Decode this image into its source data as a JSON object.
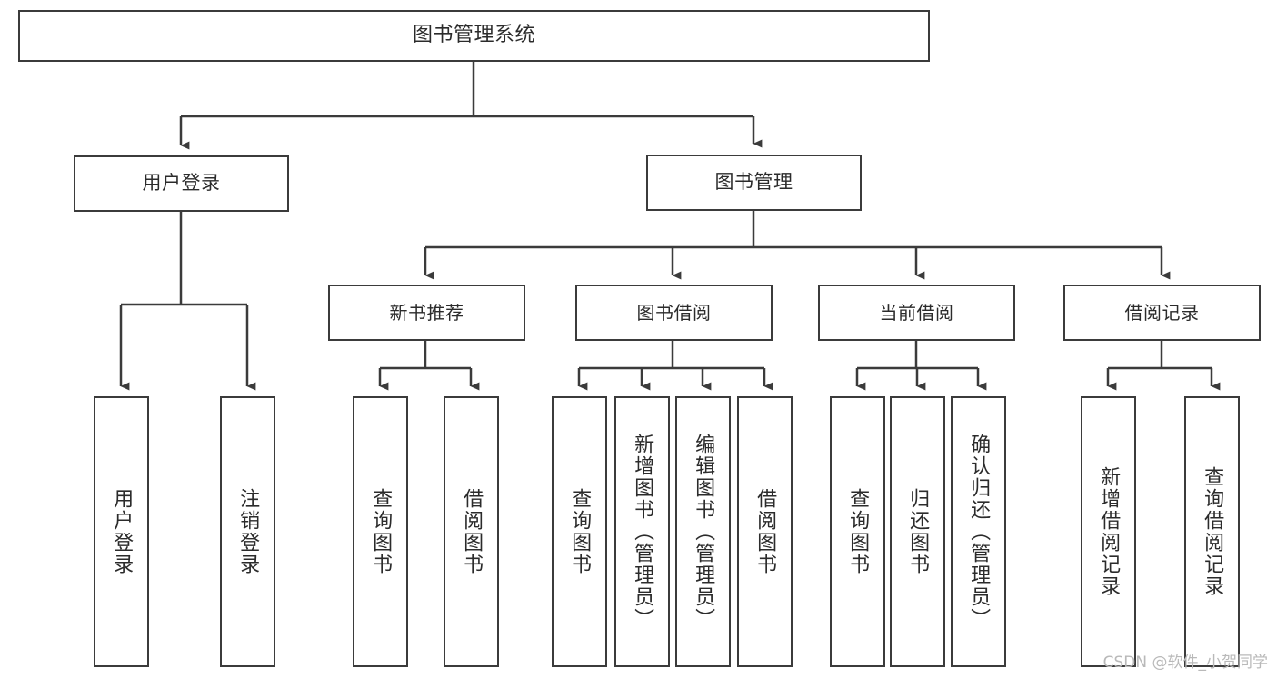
{
  "diagram": {
    "type": "tree-hierarchy",
    "title": "图书管理系统",
    "root": {
      "id": "root",
      "label": "图书管理系统",
      "orientation": "horizontal"
    },
    "level2": [
      {
        "id": "user-login",
        "label": "用户登录",
        "orientation": "horizontal"
      },
      {
        "id": "book-manage",
        "label": "图书管理",
        "orientation": "horizontal"
      }
    ],
    "level3": [
      {
        "id": "new-book-rec",
        "label": "新书推荐",
        "orientation": "horizontal",
        "parent": "book-manage"
      },
      {
        "id": "book-borrow",
        "label": "图书借阅",
        "orientation": "horizontal",
        "parent": "book-manage"
      },
      {
        "id": "current-borrow",
        "label": "当前借阅",
        "orientation": "horizontal",
        "parent": "book-manage"
      },
      {
        "id": "borrow-record",
        "label": "借阅记录",
        "orientation": "horizontal",
        "parent": "book-manage"
      }
    ],
    "leaves": [
      {
        "id": "leaf-user-login",
        "label": "用户登录",
        "parent": "user-login",
        "orientation": "vertical"
      },
      {
        "id": "leaf-logout",
        "label": "注销登录",
        "parent": "user-login",
        "orientation": "vertical"
      },
      {
        "id": "leaf-query-book-1",
        "label": "查询图书",
        "parent": "new-book-rec",
        "orientation": "vertical"
      },
      {
        "id": "leaf-borrow-book-1",
        "label": "借阅图书",
        "parent": "new-book-rec",
        "orientation": "vertical"
      },
      {
        "id": "leaf-query-book-2",
        "label": "查询图书",
        "parent": "book-borrow",
        "orientation": "vertical"
      },
      {
        "id": "leaf-add-book",
        "label": "新增图书（管理员）",
        "parent": "book-borrow",
        "orientation": "vertical"
      },
      {
        "id": "leaf-edit-book",
        "label": "编辑图书（管理员）",
        "parent": "book-borrow",
        "orientation": "vertical"
      },
      {
        "id": "leaf-borrow-book-2",
        "label": "借阅图书",
        "parent": "book-borrow",
        "orientation": "vertical"
      },
      {
        "id": "leaf-query-book-3",
        "label": "查询图书",
        "parent": "current-borrow",
        "orientation": "vertical"
      },
      {
        "id": "leaf-return-book",
        "label": "归还图书",
        "parent": "current-borrow",
        "orientation": "vertical"
      },
      {
        "id": "leaf-confirm-return",
        "label": "确认归还（管理员）",
        "parent": "current-borrow",
        "orientation": "vertical"
      },
      {
        "id": "leaf-add-record",
        "label": "新增借阅记录",
        "parent": "borrow-record",
        "orientation": "vertical"
      },
      {
        "id": "leaf-query-record",
        "label": "查询借阅记录",
        "parent": "borrow-record",
        "orientation": "vertical"
      }
    ],
    "colors": {
      "stroke": "#3b3b3b",
      "text": "#2b2b2b",
      "background": "#ffffff",
      "watermark": "#b9b9b9"
    }
  },
  "watermark": {
    "text": "CSDN @软件_小贺同学"
  }
}
